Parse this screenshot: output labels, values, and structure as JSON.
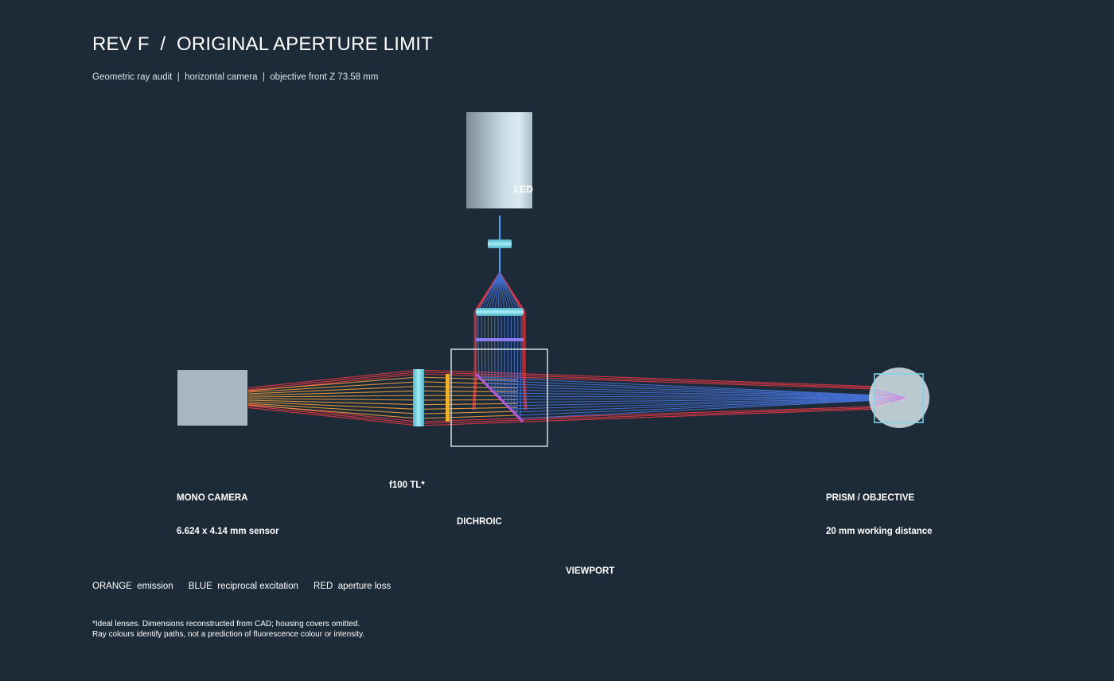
{
  "header": {
    "title": "REV F  /  ORIGINAL APERTURE LIMIT",
    "subtitle": "Geometric ray audit  |  horizontal camera  |  objective front Z 73.58 mm"
  },
  "components": {
    "led": "LED",
    "camera_name": "MONO CAMERA",
    "camera_detail": "6.624 x 4.14 mm sensor",
    "tube_lens": "f100 TL*",
    "dichroic": "DICHROIC",
    "objective_name": "PRISM / OBJECTIVE",
    "objective_detail": "20 mm working distance",
    "viewport": "VIEWPORT"
  },
  "legend": {
    "orange_key": "ORANGE",
    "orange_desc": "emission",
    "blue_key": "BLUE",
    "blue_desc": "reciprocal excitation",
    "red_key": "RED",
    "red_desc": "aperture loss"
  },
  "notes": {
    "line1": "*Ideal lenses. Dimensions reconstructed from CAD; housing covers omitted.",
    "line2": "Ray colours identify paths, not a prediction of fluorescence colour or intensity."
  },
  "colors": {
    "background": "#1d2a37",
    "emission": "#f0a040",
    "excitation": "#4a7bea",
    "loss": "#e83844",
    "lens": "#7fd6e8",
    "housing": "#a8b6c0"
  }
}
